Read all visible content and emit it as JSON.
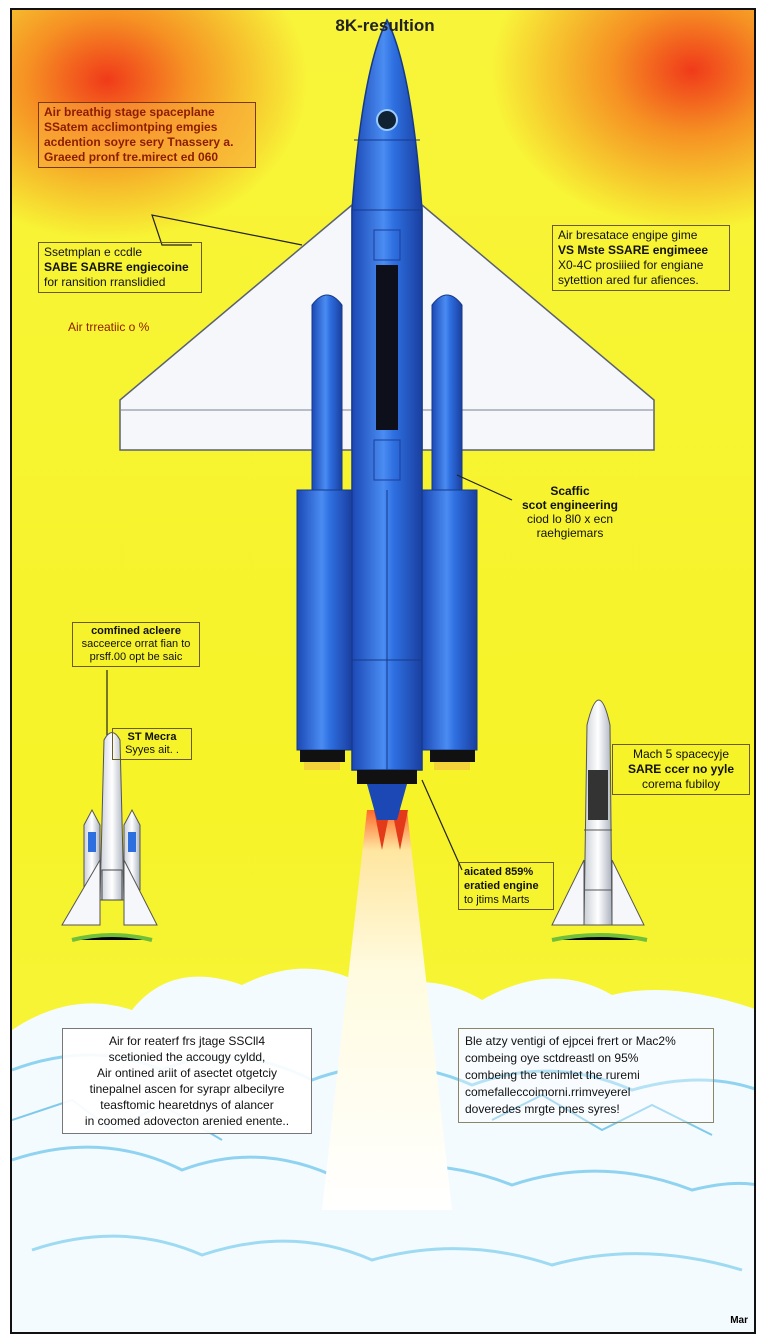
{
  "title": "8K-resultion",
  "callouts": {
    "top_left": [
      "Air breathig stage spaceplane",
      "SSatem acclimontping emgies",
      "acdention soyre sery Tnassery a.",
      "Graeed pronf tre.mirect ed 060"
    ],
    "mid_left": [
      "Ssetmplan e ccdle",
      "SABE SABRE engiecoine",
      "for ransition rranslidied"
    ],
    "left_note": "Air trreatiic o %",
    "right_top": [
      "Air bresatace engipe gime",
      "VS Mste SSARE engimeee",
      "X0-4C prosiiied for engiane",
      "sytettion ared fur afiences."
    ],
    "right_mid": [
      "Scaffic",
      "scot engineering",
      "ciod lo 8l0 x ecn",
      "raehgiemars"
    ],
    "left_combined": [
      "comfined acleere",
      "sacceerce orrat fian to",
      "prsff.00 opt be saic"
    ],
    "left_small": [
      "ST Mecra",
      "Syyes ait. ."
    ],
    "right_mach": [
      "Mach 5 spacecyje",
      "SARE ccer no yyle",
      "corema fubiloy"
    ],
    "center_right": [
      "aicated 859%",
      "eratied engine",
      "to jtims Marts"
    ],
    "bottom_left": [
      "Air for reaterf frs jtage SSCll4",
      "scetionied the accougy cyldd,",
      "Air ontined ariit of asectet otgetciy",
      "tinepalnel ascen for syrapr albecilyre",
      "teasftomic hearetdnys of alancer",
      "in coomed adovecton arenied enente.."
    ],
    "bottom_right": [
      "Ble atzy ventigi of ejpcei frert or Mac2%",
      "combeing oye sctdreastl on 95%",
      "combeing the tenimlet the ruremi",
      "comefalleccoimorni.rrimveyerel",
      "doveredes mrgte pnes syres!"
    ],
    "corner": "Mar"
  },
  "colors": {
    "rocket": "#2e6fe0",
    "rocket_dark": "#1b48b4",
    "background": "#f6f328",
    "flare": "#f03a1a"
  }
}
